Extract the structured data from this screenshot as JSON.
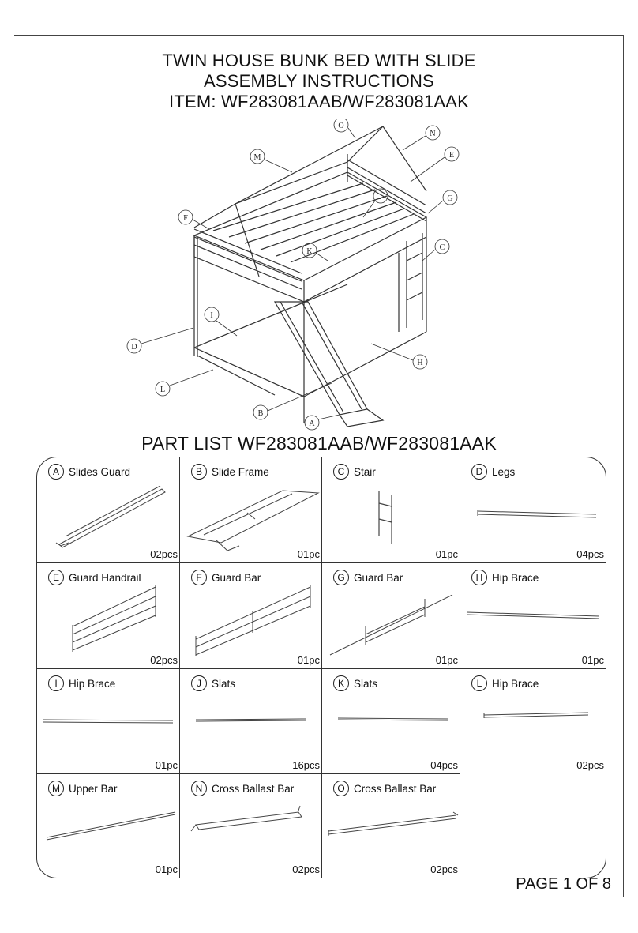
{
  "header": {
    "line1": "TWIN HOUSE BUNK BED WITH SLIDE",
    "line2": "ASSEMBLY INSTRUCTIONS",
    "line3": "ITEM: WF283081AAB/WF283081AAK"
  },
  "diagram_callouts": [
    "O",
    "N",
    "M",
    "E",
    "J",
    "G",
    "F",
    "K",
    "C",
    "I",
    "D",
    "H",
    "L",
    "B",
    "A"
  ],
  "part_list_title": "PART LIST WF283081AAB/WF283081AAK",
  "parts": [
    {
      "letter": "A",
      "name": "Slides Guard",
      "qty": "02pcs"
    },
    {
      "letter": "B",
      "name": "Slide Frame",
      "qty": "01pc"
    },
    {
      "letter": "C",
      "name": "Stair",
      "qty": "01pc"
    },
    {
      "letter": "D",
      "name": "Legs",
      "qty": "04pcs"
    },
    {
      "letter": "E",
      "name": "Guard Handrail",
      "qty": "02pcs"
    },
    {
      "letter": "F",
      "name": "Guard Bar",
      "qty": "01pc"
    },
    {
      "letter": "G",
      "name": "Guard Bar",
      "qty": "01pc"
    },
    {
      "letter": "H",
      "name": "Hip Brace",
      "qty": "01pc"
    },
    {
      "letter": "I",
      "name": "Hip Brace",
      "qty": "01pc"
    },
    {
      "letter": "J",
      "name": "Slats",
      "qty": "16pcs"
    },
    {
      "letter": "K",
      "name": "Slats",
      "qty": "04pcs"
    },
    {
      "letter": "L",
      "name": "Hip Brace",
      "qty": "02pcs"
    },
    {
      "letter": "M",
      "name": "Upper Bar",
      "qty": "01pc"
    },
    {
      "letter": "N",
      "name": "Cross Ballast Bar",
      "qty": "02pcs"
    },
    {
      "letter": "O",
      "name": "Cross Ballast Bar",
      "qty": "02pcs"
    }
  ],
  "footer": {
    "page": "PAGE 1 OF 8"
  }
}
